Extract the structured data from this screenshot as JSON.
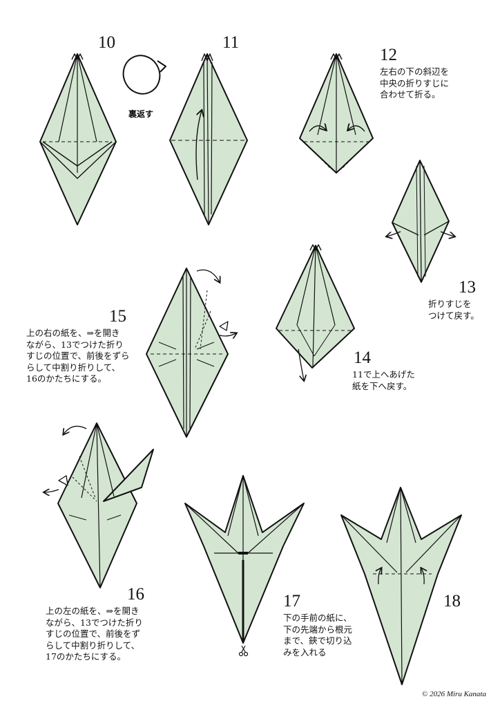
{
  "steps": [
    {
      "num": "10",
      "lines": []
    },
    {
      "num": "11",
      "lines": []
    },
    {
      "num": "12",
      "lines": [
        "左右の下の斜辺を",
        "中央の折りすじに",
        "合わせて折る。"
      ]
    },
    {
      "num": "13",
      "lines": [
        "折りすじを",
        "つけて戻す。"
      ]
    },
    {
      "num": "14",
      "lines": [
        "11で上へあげた",
        "紙を下へ戻す。"
      ]
    },
    {
      "num": "15",
      "lines": [
        "上の右の紙を、⇒を開き",
        "ながら、13でつけた折り",
        "すじの位置で、前後をずら",
        "らして中割り折りして、",
        "16のかたちにする。"
      ]
    },
    {
      "num": "16",
      "lines": [
        "上の左の紙を、⇒を開き",
        "ながら、13でつけた折り",
        "すじの位置で、前後をず",
        "らして中割り折りして、",
        "17のかたちにする。"
      ]
    },
    {
      "num": "17",
      "lines": [
        "下の手前の紙に、",
        "下の先端から根元",
        "まで、鋏で切り込",
        "みを入れる"
      ]
    },
    {
      "num": "18",
      "lines": []
    }
  ],
  "flip_label": "裏返す",
  "copyright": "© 2026 Miru Kanata",
  "colors": {
    "paper": "#d4e6d2",
    "line": "#111111"
  }
}
